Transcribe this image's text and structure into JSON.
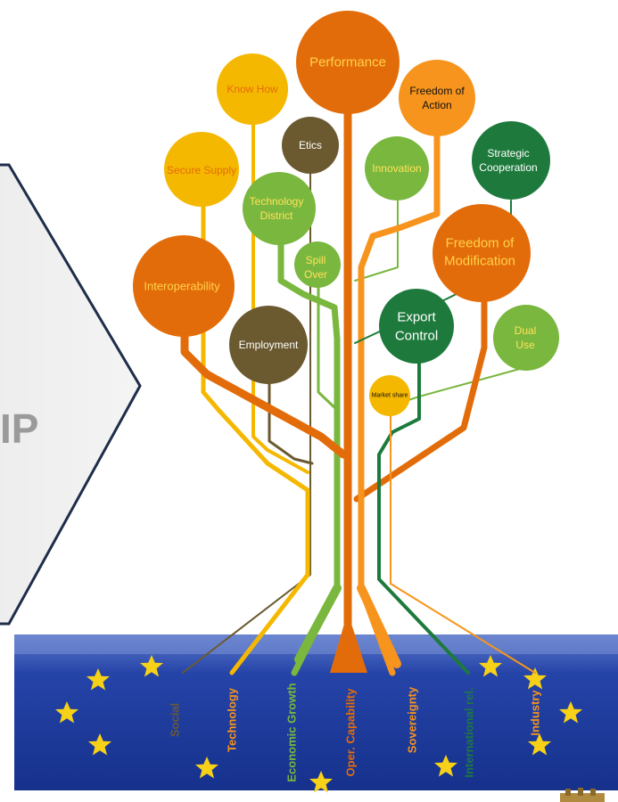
{
  "arrow": {
    "text": "IP"
  },
  "colors": {
    "orange": "#e36c0a",
    "yellow": "#f5b800",
    "olive": "#6b5a30",
    "lightgreen": "#7ab73e",
    "darkgreen": "#1e7a3c",
    "lightorange": "#f7941d",
    "eu_blue": "#1f3fa8",
    "star": "#f7d117"
  },
  "nodes": {
    "performance": "Performance",
    "know_how": "Know How",
    "freedom_action_1": "Freedom of",
    "freedom_action_2": "Action",
    "etics": "Etics",
    "secure_supply": "Secure Supply",
    "innovation": "Innovation",
    "strategic_coop_1": "Strategic",
    "strategic_coop_2": "Cooperation",
    "tech_district_1": "Technology",
    "tech_district_2": "District",
    "spill_over_1": "Spill",
    "spill_over_2": "Over",
    "freedom_mod_1": "Freedom of",
    "freedom_mod_2": "Modification",
    "interoperability": "Interoperability",
    "export_control_1": "Export",
    "export_control_2": "Control",
    "employment": "Employment",
    "dual_use_1": "Dual",
    "dual_use_2": "Use",
    "market_share": "Market share"
  },
  "roots": {
    "social": "Social",
    "technology": "Technology",
    "economic_growth": "Economic Growth",
    "oper_capability": "Oper. Capability",
    "sovereignty": "Sovereignty",
    "international": "International rel.",
    "industry": "Industry"
  }
}
